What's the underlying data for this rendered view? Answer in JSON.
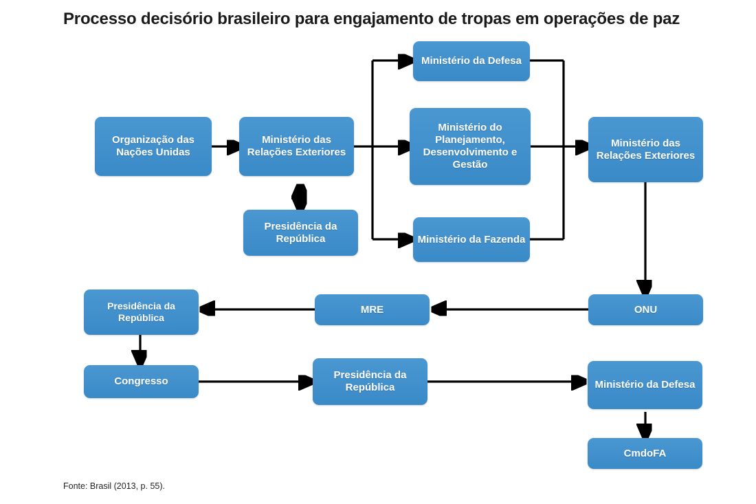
{
  "title": "Processo decisório brasileiro para engajamento de tropas em operações de paz",
  "source": "Fonte: Brasil (2013, p. 55).",
  "colors": {
    "node_fill": "#3e8fcc",
    "node_text": "#ffffff",
    "connector": "#000000",
    "title_text": "#1a1a1a",
    "background": "#ffffff"
  },
  "nodes": {
    "onu_start": "Organização das Nações Unidas",
    "mre_first": "Ministério das Relações Exteriores",
    "presidencia_top": "Presidência da República",
    "min_defesa_top": "Ministério da Defesa",
    "min_planejamento": "Ministério do Planejamento, Desenvolvimento e Gestão",
    "min_fazenda": "Ministério da Fazenda",
    "mre_second": "Ministério das Relações Exteriores",
    "onu_return": "ONU",
    "mre_abbrev": "MRE",
    "presidencia_row2": "Presidência da República",
    "congresso": "Congresso",
    "presidencia_row3": "Presidência da República",
    "min_defesa_bottom": "Ministério da Defesa",
    "cmdofa": "CmdoFA"
  },
  "flow": {
    "type": "flowchart",
    "direction": "left-to-right, wrapping",
    "edges": [
      {
        "from": "onu_start",
        "to": "mre_first",
        "style": "arrow"
      },
      {
        "from": "mre_first",
        "to": "presidencia_top",
        "style": "double-arrow"
      },
      {
        "from": "mre_first",
        "to": "min_defesa_top",
        "style": "arrow"
      },
      {
        "from": "mre_first",
        "to": "min_planejamento",
        "style": "arrow"
      },
      {
        "from": "mre_first",
        "to": "min_fazenda",
        "style": "arrow"
      },
      {
        "from": "min_defesa_top",
        "to": "mre_second",
        "style": "arrow"
      },
      {
        "from": "min_planejamento",
        "to": "mre_second",
        "style": "arrow"
      },
      {
        "from": "min_fazenda",
        "to": "mre_second",
        "style": "arrow"
      },
      {
        "from": "mre_second",
        "to": "onu_return",
        "style": "arrow"
      },
      {
        "from": "onu_return",
        "to": "mre_abbrev",
        "style": "arrow"
      },
      {
        "from": "mre_abbrev",
        "to": "presidencia_row2",
        "style": "arrow"
      },
      {
        "from": "presidencia_row2",
        "to": "congresso",
        "style": "arrow"
      },
      {
        "from": "congresso",
        "to": "presidencia_row3",
        "style": "arrow"
      },
      {
        "from": "presidencia_row3",
        "to": "min_defesa_bottom",
        "style": "arrow"
      },
      {
        "from": "min_defesa_bottom",
        "to": "cmdofa",
        "style": "arrow"
      }
    ]
  }
}
